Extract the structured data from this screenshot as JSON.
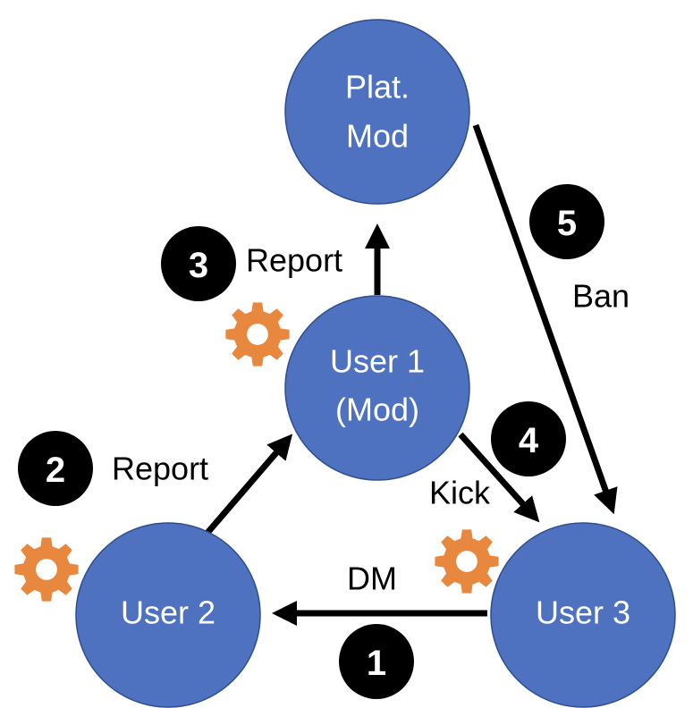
{
  "nodes": {
    "plat_mod": {
      "line1": "Plat.",
      "line2": "Mod"
    },
    "user1": {
      "line1": "User 1",
      "line2": "(Mod)"
    },
    "user2": {
      "label": "User 2"
    },
    "user3": {
      "label": "User 3"
    }
  },
  "edges": {
    "dm": {
      "label": "DM"
    },
    "report_user2": {
      "label": "Report"
    },
    "report_user1": {
      "label": "Report"
    },
    "kick": {
      "label": "Kick"
    },
    "ban": {
      "label": "Ban"
    }
  },
  "steps": {
    "s1": "1",
    "s2": "2",
    "s3": "3",
    "s4": "4",
    "s5": "5"
  },
  "icons": {
    "gear": "gear-icon",
    "gear_color": "#e8883e"
  },
  "colors": {
    "node_fill": "#4f72c0",
    "edge": "#000000",
    "step_badge": "#000000"
  }
}
